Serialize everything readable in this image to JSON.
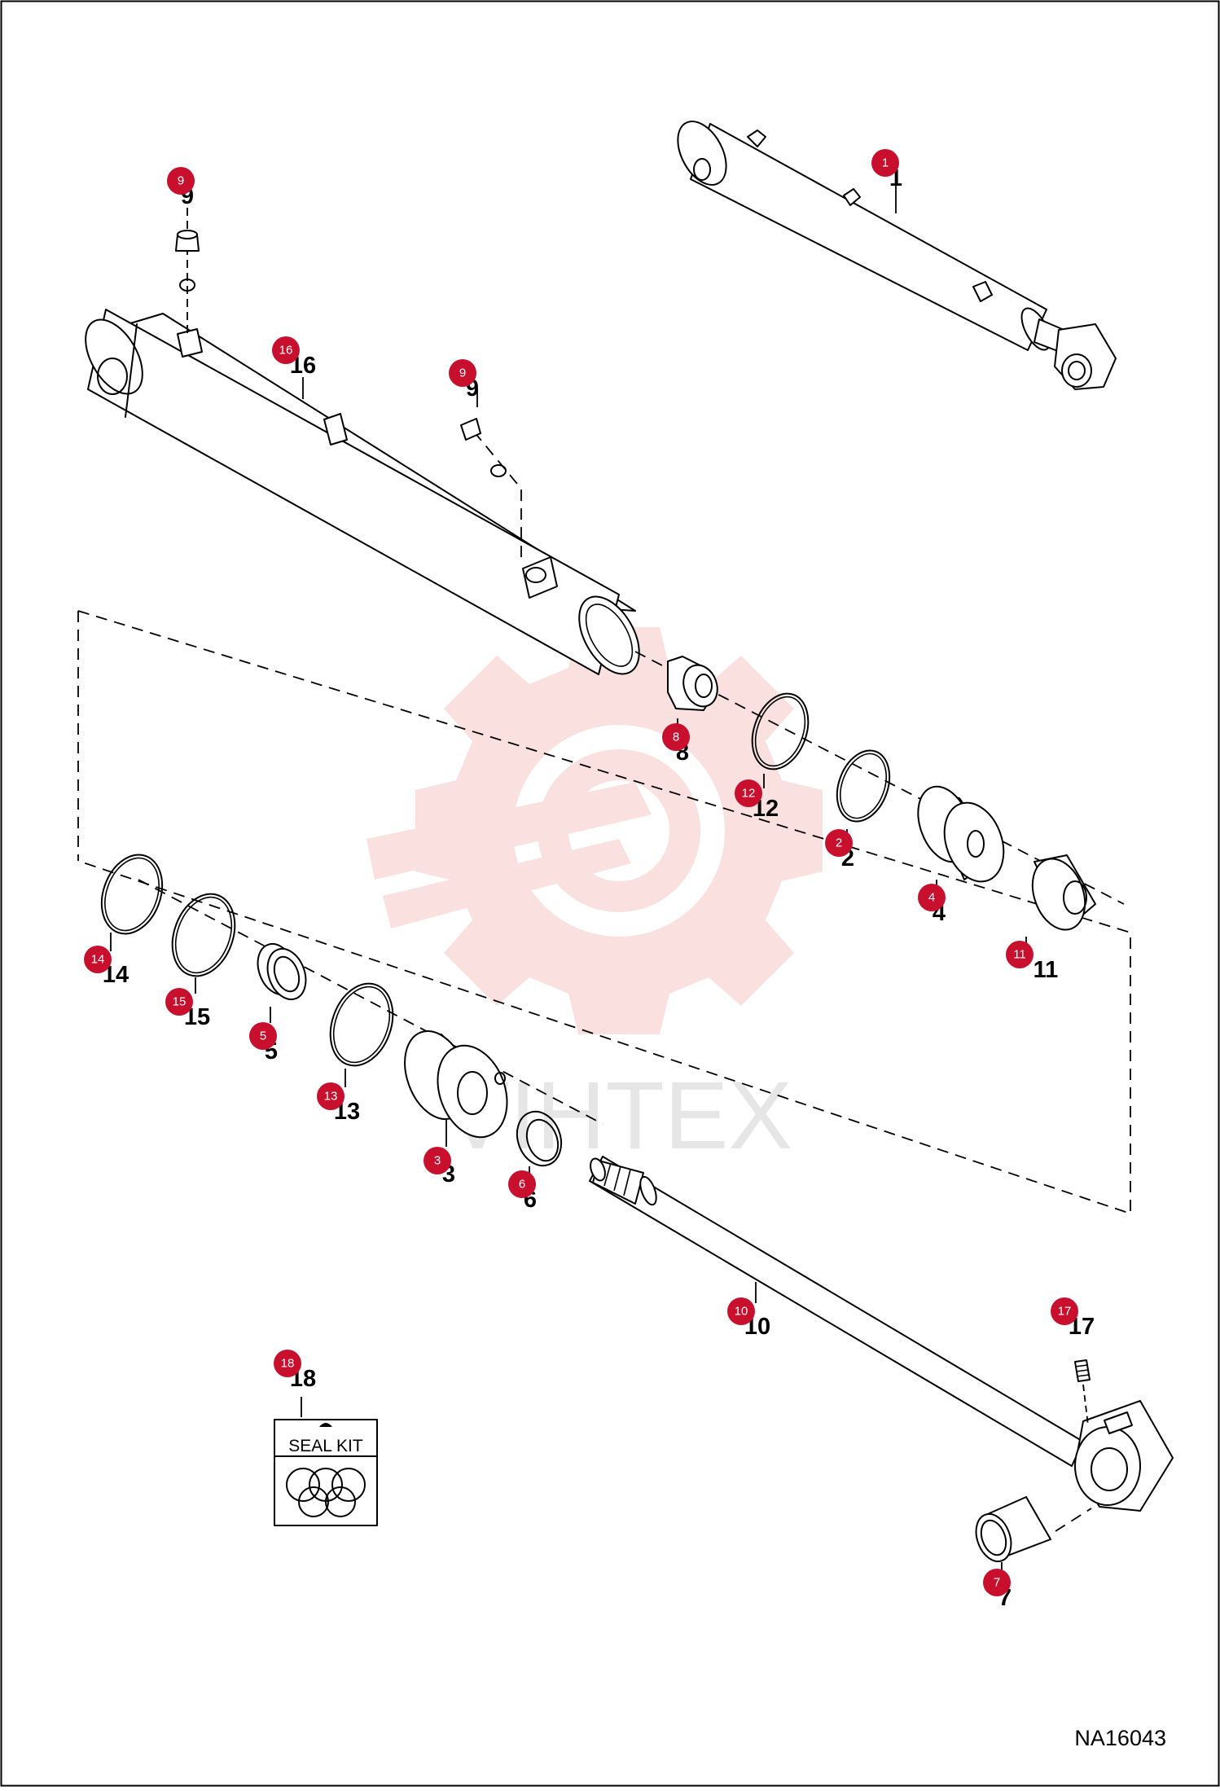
{
  "diagram": {
    "drawing_number": "NA16043",
    "watermark_text": "VIHTEX",
    "seal_kit_label": "SEAL KIT",
    "callout_color": "#c8102e",
    "parts": [
      {
        "id": "1",
        "label": "1"
      },
      {
        "id": "2",
        "label": "2"
      },
      {
        "id": "3",
        "label": "3"
      },
      {
        "id": "4",
        "label": "4"
      },
      {
        "id": "5",
        "label": "5"
      },
      {
        "id": "6",
        "label": "6"
      },
      {
        "id": "7",
        "label": "7"
      },
      {
        "id": "8",
        "label": "8"
      },
      {
        "id": "9a",
        "label": "9"
      },
      {
        "id": "9b",
        "label": "9"
      },
      {
        "id": "10",
        "label": "10"
      },
      {
        "id": "11",
        "label": "11"
      },
      {
        "id": "12",
        "label": "12"
      },
      {
        "id": "13",
        "label": "13"
      },
      {
        "id": "14",
        "label": "14"
      },
      {
        "id": "15",
        "label": "15"
      },
      {
        "id": "16",
        "label": "16"
      },
      {
        "id": "17",
        "label": "17"
      },
      {
        "id": "18",
        "label": "18"
      }
    ]
  }
}
